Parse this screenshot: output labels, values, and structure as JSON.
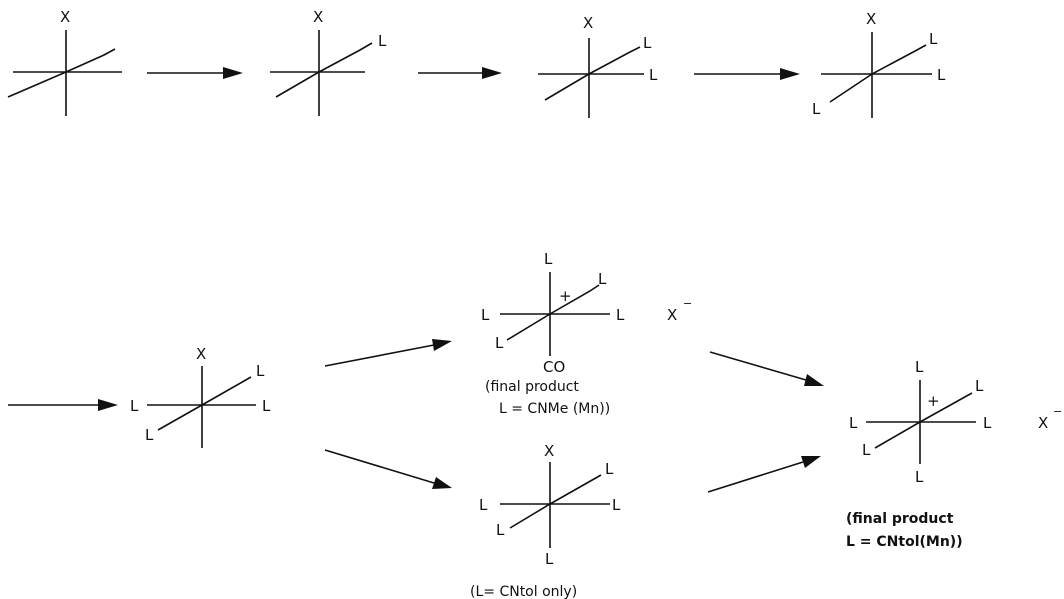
{
  "labels": {
    "x": "X",
    "l": "L",
    "co": "CO",
    "plus": "+",
    "minus": "−"
  },
  "notes": {
    "cnme_line1": "(final product",
    "cnme_line2": "L =  CNMe (Mn))",
    "cntol_only": "(L= CNtol  only)",
    "final_line1": "(final product",
    "final_line2": "L = CNtol(Mn))"
  },
  "structures": [
    {
      "id": "s1",
      "top": "X",
      "ligands": []
    },
    {
      "id": "s2",
      "top": "X",
      "ligands": [
        "L"
      ]
    },
    {
      "id": "s3",
      "top": "X",
      "ligands": [
        "L",
        "L"
      ]
    },
    {
      "id": "s4",
      "top": "X",
      "ligands": [
        "L",
        "L",
        "L"
      ]
    },
    {
      "id": "s5",
      "top": "X",
      "ligands": [
        "L",
        "L",
        "L",
        "L"
      ]
    },
    {
      "id": "s6",
      "top": "L",
      "bottom": "CO",
      "charge": "+",
      "ligands": [
        "L",
        "L",
        "L",
        "L"
      ],
      "counterion": "X−"
    },
    {
      "id": "s7",
      "top": "X",
      "bottom": "L",
      "ligands": [
        "L",
        "L",
        "L",
        "L"
      ]
    },
    {
      "id": "s8",
      "top": "L",
      "bottom": "L",
      "charge": "+",
      "ligands": [
        "L",
        "L",
        "L",
        "L"
      ],
      "counterion": "X−"
    }
  ]
}
